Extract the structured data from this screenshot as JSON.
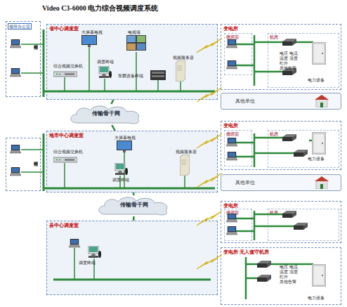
{
  "diagram": {
    "title": "Video C3-6000  电力综合视频调度系统",
    "nodes": [
      {
        "text": [
          "领导办公室",
          "调度终端"
        ]
      },
      {
        "text": [
          "省中心调度室"
        ]
      },
      {
        "text": [
          "变电所"
        ]
      },
      {
        "text": [
          "值班室"
        ],
        "in": 2
      },
      {
        "text": [
          "机房"
        ],
        "in": 2
      },
      {
        "text": [
          "其他单位"
        ]
      },
      {
        "text": [
          "传输骨干网"
        ]
      },
      {
        "text": [
          "调度终端"
        ]
      },
      {
        "text": [
          "地市中心调度室"
        ]
      },
      {
        "text": [
          "变电所"
        ]
      },
      {
        "text": [
          "值班室"
        ],
        "in": 9
      },
      {
        "text": [
          "机房"
        ],
        "in": 9
      },
      {
        "text": [
          "其他单位"
        ]
      },
      {
        "text": [
          "传输骨干网"
        ]
      },
      {
        "text": [
          "县中心调度室"
        ]
      },
      {
        "text": [
          "变电所"
        ]
      },
      {
        "text": [
          "值班室"
        ],
        "in": 15
      },
      {
        "text": [
          "机房"
        ],
        "in": 15
      },
      {
        "text": [
          "变电所 无人值守机房"
        ]
      }
    ],
    "edges": [
      {
        "from": 1,
        "to": 6,
        "arrow": "none"
      },
      {
        "from": 6,
        "to": 8,
        "arrow": "none"
      },
      {
        "from": 8,
        "to": 13,
        "arrow": "none"
      },
      {
        "from": 13,
        "to": 14,
        "arrow": "none"
      }
    ],
    "labels": [
      "大屏幕电视",
      "电视墙",
      "调度终端",
      "综合视频交换机",
      "车载设备终端",
      "视频服务器",
      "电压 电流 温度 湿度 红外 其他告警",
      "电力设备",
      "大屏幕电视",
      "综合视频交换机",
      "调度终端",
      "视频服务器",
      "电力设备",
      "调度终端",
      "电压 电流 温度 湿度 红外 其他告警",
      "电力设备"
    ]
  }
}
